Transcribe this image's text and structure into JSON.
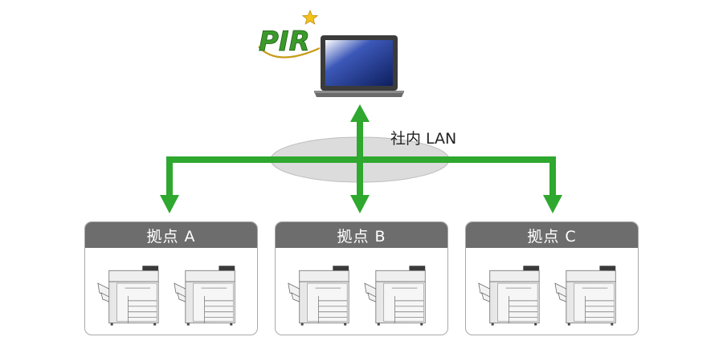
{
  "logo": {
    "text": "PIR"
  },
  "network": {
    "label": "社内 LAN"
  },
  "sites": [
    {
      "label": "拠点 A"
    },
    {
      "label": "拠点 B"
    },
    {
      "label": "拠点 C"
    }
  ],
  "colors": {
    "arrow": "#2ea82e",
    "header": "#6d6d6d",
    "lan_cloud": "#d9d9d9",
    "logo_green": "#3a9a2a",
    "logo_star": "#f2c21a",
    "screen": "#1b2e78"
  },
  "icons": {
    "computer": "laptop-icon",
    "device": "multifunction-printer-icon"
  }
}
